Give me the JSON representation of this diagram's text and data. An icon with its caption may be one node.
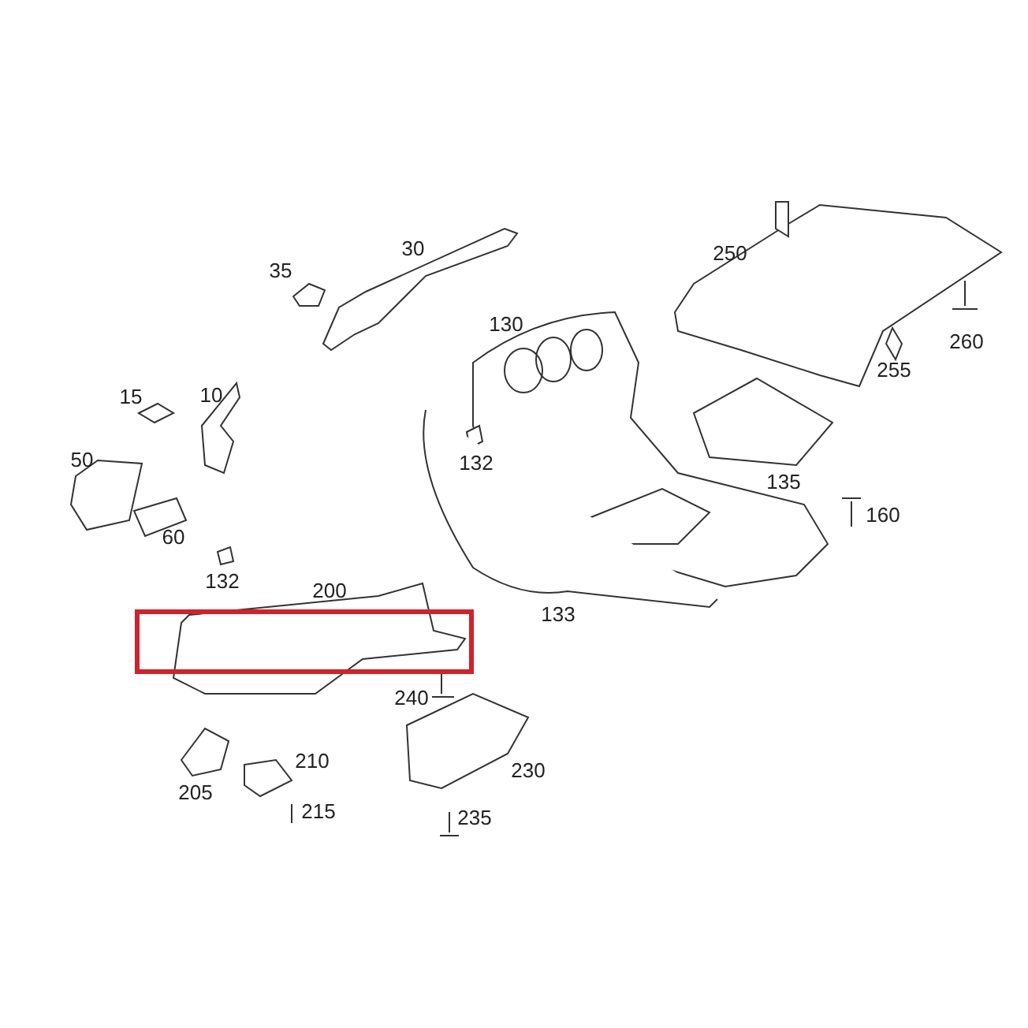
{
  "diagram": {
    "labels": [
      "30",
      "250",
      "35",
      "130",
      "260",
      "255",
      "15",
      "10",
      "132",
      "135",
      "50",
      "160",
      "60",
      "132",
      "200",
      "133",
      "240",
      "210",
      "230",
      "205",
      "215",
      "235"
    ]
  }
}
